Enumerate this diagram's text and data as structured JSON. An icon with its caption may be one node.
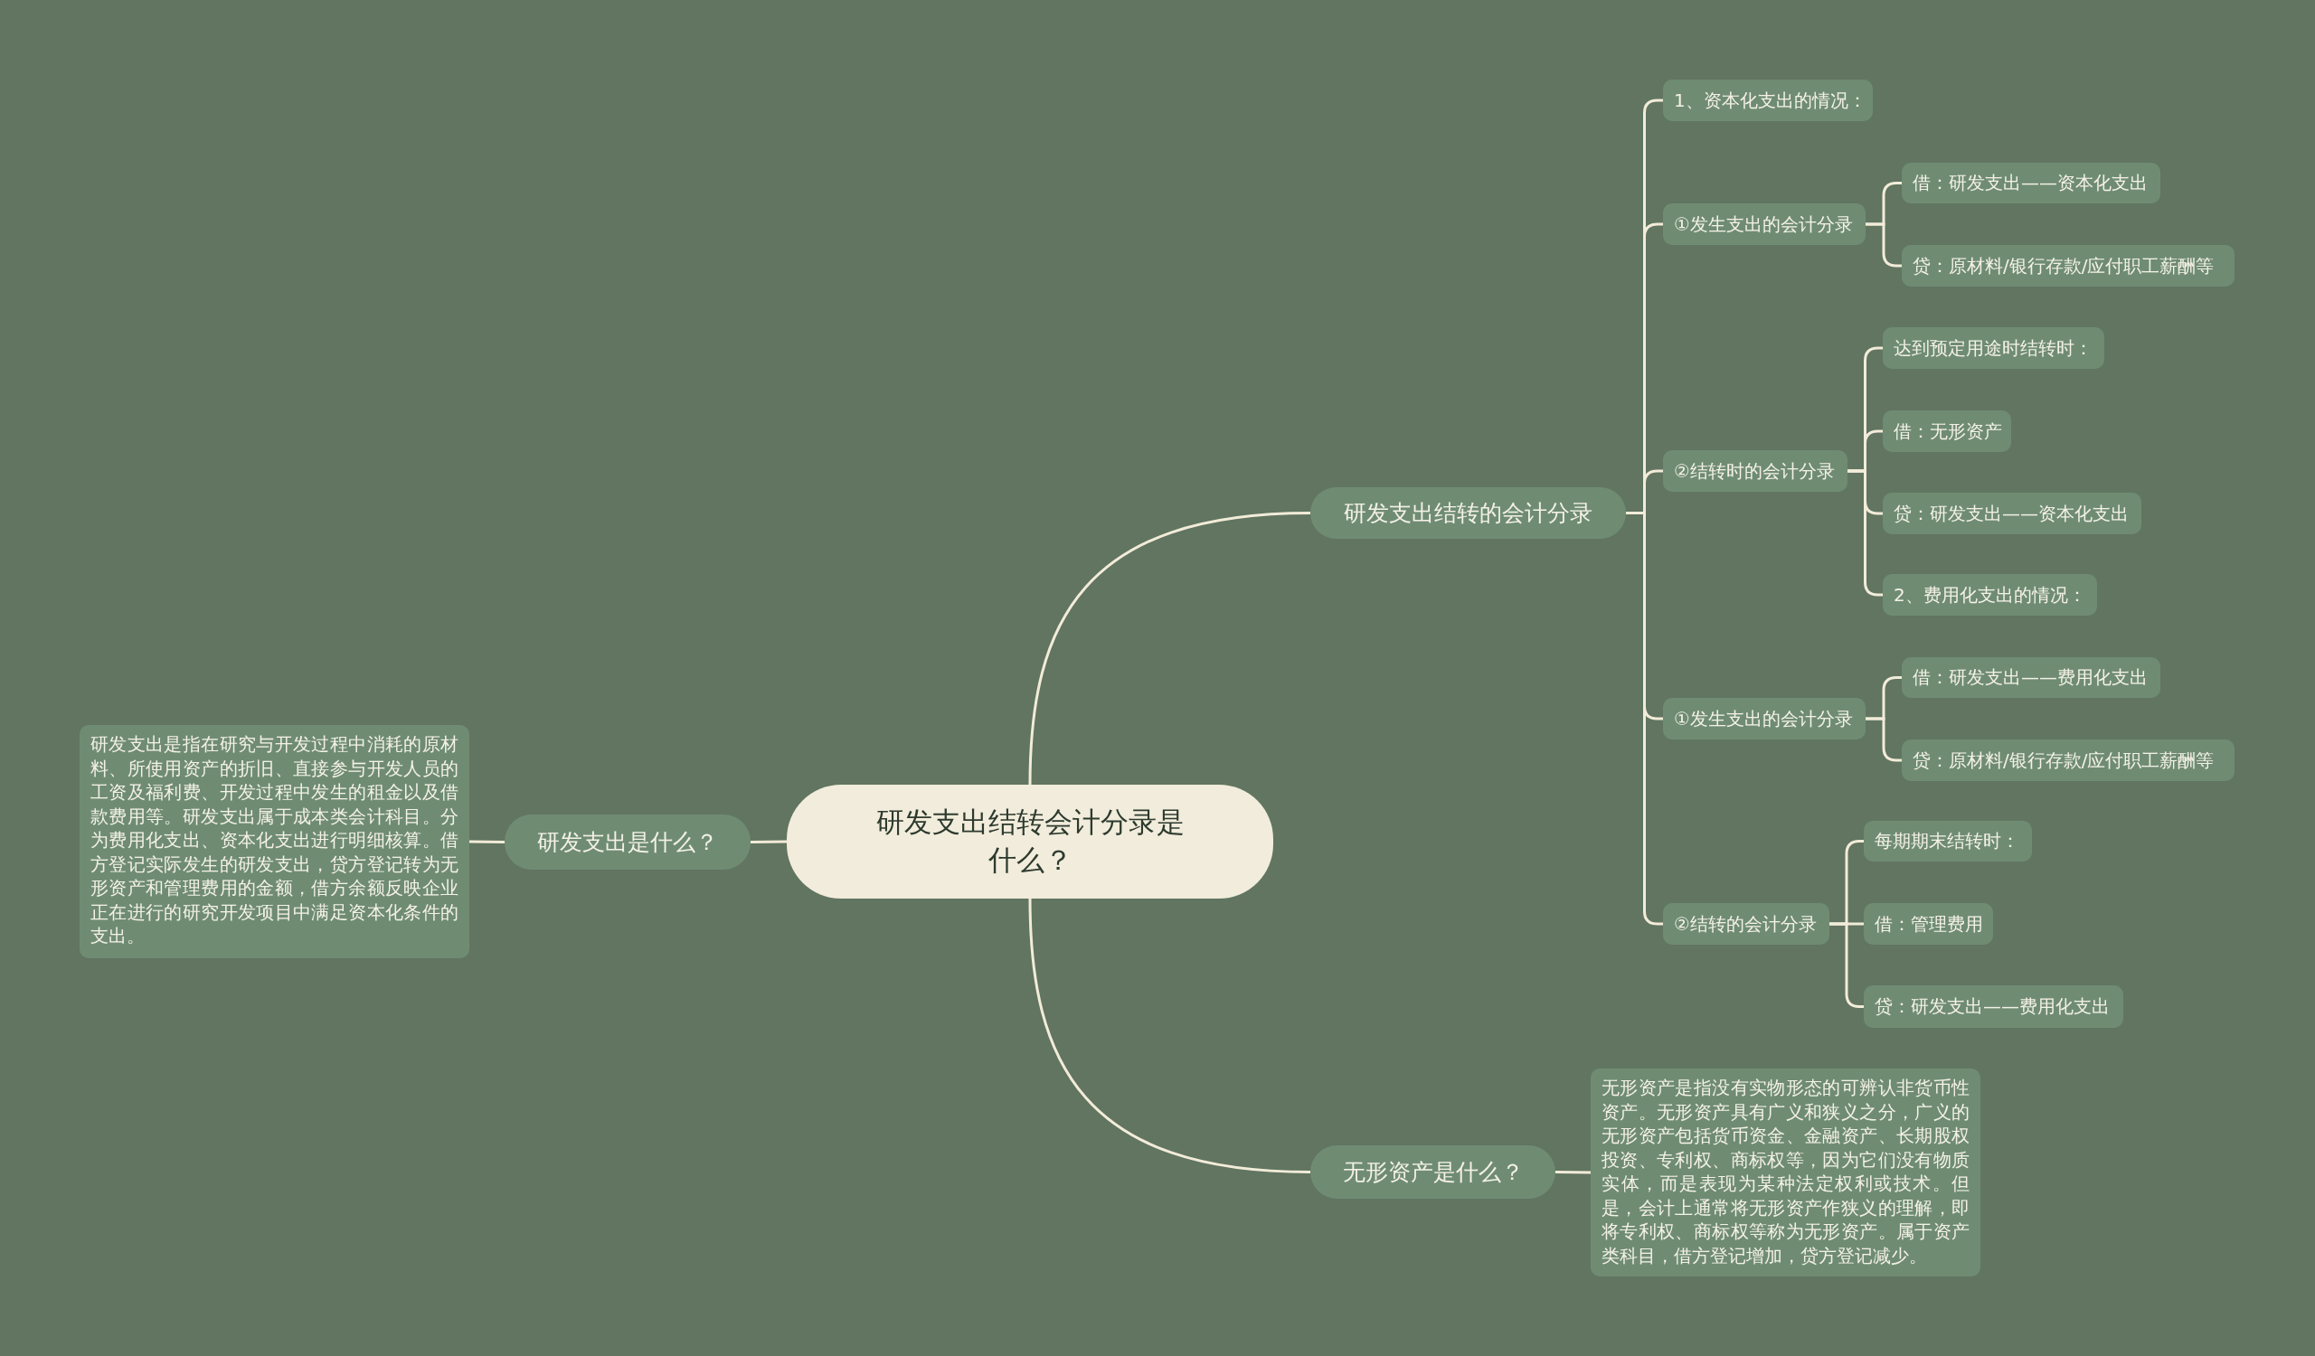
{
  "diagram": {
    "nodes": [
      {
        "text": [
          "研发支出结转会计分录是什么？"
        ]
      },
      {
        "text": [
          "研发支出结转的会计分录"
        ]
      },
      {
        "text": [
          "1、资本化支出的情况："
        ]
      },
      {
        "text": [
          "①发生支出的会计分录"
        ]
      },
      {
        "text": [
          "借：研发支出——资本化支出"
        ]
      },
      {
        "text": [
          "贷：原材料/银行存款/应付职工薪酬等"
        ]
      },
      {
        "text": [
          "②结转时的会计分录"
        ]
      },
      {
        "text": [
          "达到预定用途时结转时："
        ]
      },
      {
        "text": [
          "借：无形资产"
        ]
      },
      {
        "text": [
          "贷：研发支出——资本化支出"
        ]
      },
      {
        "text": [
          "2、费用化支出的情况："
        ]
      },
      {
        "text": [
          "①发生支出的会计分录"
        ]
      },
      {
        "text": [
          "借：研发支出——费用化支出"
        ]
      },
      {
        "text": [
          "贷：原材料/银行存款/应付职工薪酬等"
        ]
      },
      {
        "text": [
          "②结转的会计分录"
        ]
      },
      {
        "text": [
          "每期期末结转时："
        ]
      },
      {
        "text": [
          "借：管理费用"
        ]
      },
      {
        "text": [
          "贷：研发支出——费用化支出"
        ]
      },
      {
        "text": [
          "无形资产是什么？"
        ]
      },
      {
        "text": [
          "无形资产是指没有实物形态的可辨认非货币性资产。无形资产具有广义和狭义之分，广义的无形资产包括货币资金、金融资产、长期股权投资、专利权、商标权等，因为它们没有物质实体，而是表现为某种法定权利或技术。但是，会计上通常将无形资产作狭义的理解，即将专利权、商标权等称为无形资产。属于资产类科目，借方登记增加，贷方登记减少。"
        ]
      },
      {
        "text": [
          "研发支出是什么？"
        ]
      },
      {
        "text": [
          "研发支出是指在研究与开发过程中消耗的原材料、所使用资产的折旧、直接参与开发人员的工资及福利费、开发过程中发生的租金以及借款费用等。研发支出属于成本类会计科目。分为费用化支出、资本化支出进行明细核算。借方登记实际发生的研发支出，贷方登记转为无形资产和管理费用的金额，借方余额反映企业正在进行的研究开发项目中满足资本化条件的支出。"
        ]
      }
    ],
    "edges": [
      {
        "from": 0,
        "to": 1,
        "arrow": "none"
      },
      {
        "from": 1,
        "to": 2,
        "arrow": "none"
      },
      {
        "from": 1,
        "to": 3,
        "arrow": "none"
      },
      {
        "from": 3,
        "to": 4,
        "arrow": "none"
      },
      {
        "from": 3,
        "to": 5,
        "arrow": "none"
      },
      {
        "from": 1,
        "to": 6,
        "arrow": "none"
      },
      {
        "from": 6,
        "to": 7,
        "arrow": "none"
      },
      {
        "from": 6,
        "to": 8,
        "arrow": "none"
      },
      {
        "from": 6,
        "to": 9,
        "arrow": "none"
      },
      {
        "from": 6,
        "to": 10,
        "arrow": "none"
      },
      {
        "from": 1,
        "to": 11,
        "arrow": "none"
      },
      {
        "from": 11,
        "to": 12,
        "arrow": "none"
      },
      {
        "from": 11,
        "to": 13,
        "arrow": "none"
      },
      {
        "from": 1,
        "to": 14,
        "arrow": "none"
      },
      {
        "from": 14,
        "to": 15,
        "arrow": "none"
      },
      {
        "from": 14,
        "to": 16,
        "arrow": "none"
      },
      {
        "from": 14,
        "to": 17,
        "arrow": "none"
      },
      {
        "from": 0,
        "to": 18,
        "arrow": "none"
      },
      {
        "from": 18,
        "to": 19,
        "arrow": "none"
      },
      {
        "from": 0,
        "to": 20,
        "arrow": "none"
      },
      {
        "from": 20,
        "to": 21,
        "arrow": "none"
      }
    ]
  }
}
